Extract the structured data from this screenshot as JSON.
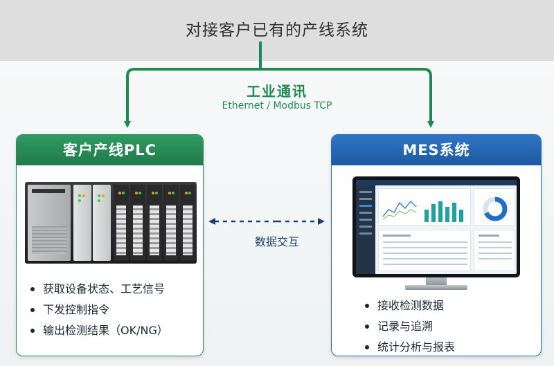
{
  "header": {
    "title": "对接客户已有的产线系统"
  },
  "communication": {
    "title": "工业通讯",
    "protocols": "Ethernet / Modbus TCP"
  },
  "exchange": {
    "label": "数据交互"
  },
  "left_panel": {
    "title": "客户产线PLC",
    "features": [
      "获取设备状态、工艺信号",
      "下发控制指令",
      "输出检测结果（OK/NG）"
    ]
  },
  "right_panel": {
    "title": "MES系统",
    "features": [
      "接收检测数据",
      "记录与追溯",
      "统计分析与报表"
    ]
  },
  "colors": {
    "green": "#2e8a5a",
    "blue": "#2e67b1",
    "dark_blue": "#1d3f6b",
    "header_band": "#dedede"
  }
}
